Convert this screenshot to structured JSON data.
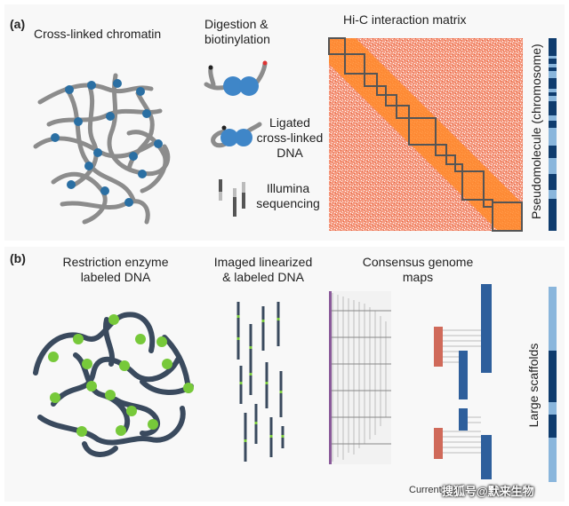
{
  "panel_a": {
    "letter": "(a)",
    "chromatin_title": "Cross-linked chromatin",
    "digestion_title_l1": "Digestion &",
    "digestion_title_l2": "biotinylation",
    "ligated_l1": "Ligated",
    "ligated_l2": "cross-linked",
    "ligated_l3": "DNA",
    "illumina_l1": "Illumina",
    "illumina_l2": "sequencing",
    "hic_title": "Hi-C interaction matrix",
    "pseudomolecule": "Pseudomolecule (chromosome)"
  },
  "panel_b": {
    "letter": "(b)",
    "restriction_l1": "Restriction enzyme",
    "restriction_l2": "labeled DNA",
    "imaged_l1": "Imaged linearized",
    "imaged_l2": "& labeled DNA",
    "consensus_l1": "Consensus genome",
    "consensus_l2": "maps",
    "large_scaffolds": "Large scaffolds"
  },
  "footer": {
    "current": "Current",
    "watermark": "搜狐号@默来生物"
  },
  "colors": {
    "chromatin_fiber": "#8c8c8c",
    "crosslink_node": "#2a6fa3",
    "hic_background": "#f07a5a",
    "hic_diagonal": "#ff8a2a",
    "dna_fiber": "#3a4a5e",
    "label_node": "#77c93a",
    "scaffold_dark": "#0f3c6e",
    "scaffold_light": "#8ab6dc",
    "contig_red": "#d06a5a"
  }
}
